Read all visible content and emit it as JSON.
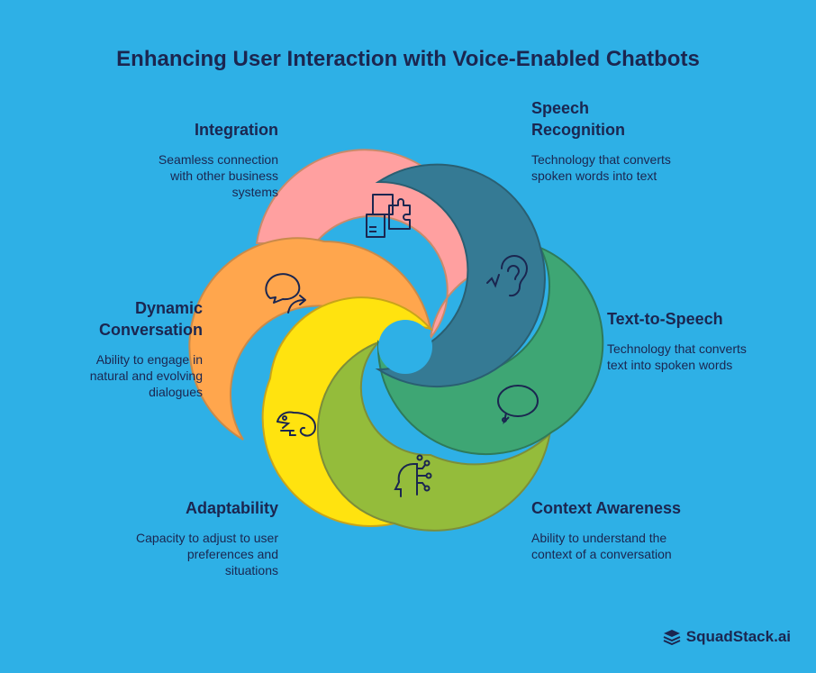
{
  "title": "Enhancing User Interaction with Voice-Enabled Chatbots",
  "segments": [
    {
      "id": "integration",
      "heading": "Integration",
      "description": "Seamless connection with other business systems",
      "icon": "puzzle-document-icon",
      "color": "#ffa0a0"
    },
    {
      "id": "speech_recognition",
      "heading": "Speech Recognition",
      "description": "Technology that converts spoken words into text",
      "icon": "ear-icon",
      "color": "#357a94"
    },
    {
      "id": "text_to_speech",
      "heading": "Text-to-Speech",
      "description": "Technology that converts text into spoken words",
      "icon": "speech-bubble-icon",
      "color": "#3ea674"
    },
    {
      "id": "context_awareness",
      "heading": "Context Awareness",
      "description": "Ability to understand the context of a conversation",
      "icon": "brain-circuit-icon",
      "color": "#94bc3b"
    },
    {
      "id": "adaptability",
      "heading": "Adaptability",
      "description": "Capacity to adjust to user preferences and situations",
      "icon": "chameleon-icon",
      "color": "#ffe30f"
    },
    {
      "id": "dynamic_conversation",
      "heading": "Dynamic Conversation",
      "description": "Ability to engage in natural and evolving dialogues",
      "icon": "chat-arrow-icon",
      "color": "#ffa64d"
    }
  ],
  "logo": {
    "text": "SquadStack.ai"
  }
}
